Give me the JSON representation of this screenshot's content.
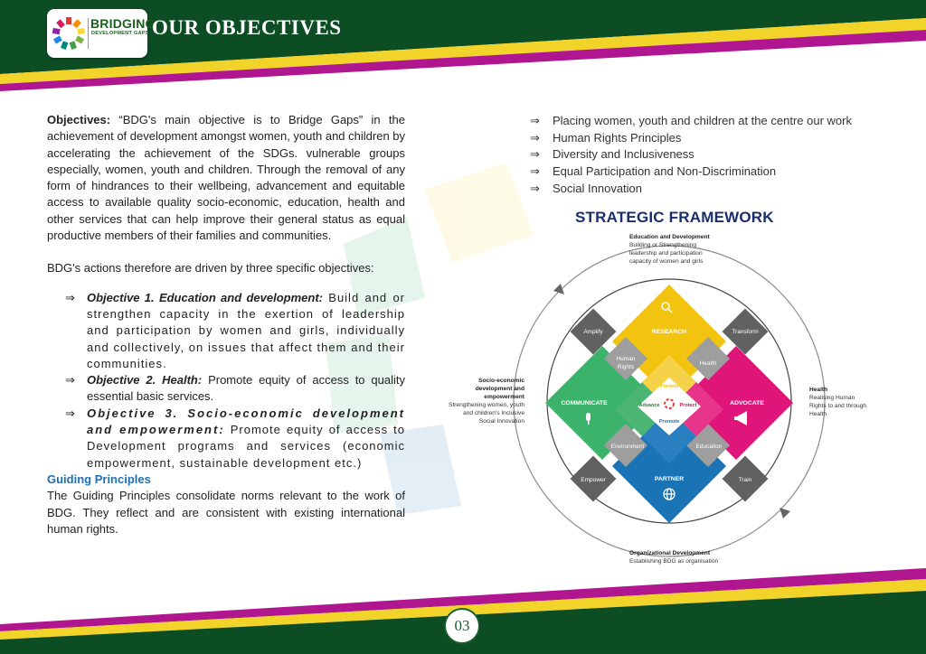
{
  "header": {
    "logo_title": "BRIDGING",
    "logo_subtitle": "DEVELOPMENT GAPS",
    "page_title": "OUR OBJECTIVES"
  },
  "left": {
    "intro_label": "Objectives:",
    "intro_text": " “BDG's main objective is to Bridge Gaps” in the achievement of development amongst women, youth and children by accelerating the achievement of the SDGs. vulnerable groups especially, women, youth and children. Through the removal of any form of hindrances to their wellbeing, advancement and equitable access to available quality socio-economic, education, health and other services that can help improve their general status as equal productive members of their families and communities.",
    "actions_text": "BDG's actions therefore are driven by three specific objectives:",
    "objectives": [
      {
        "title": "Objective 1. Education and development:",
        "text": " Build and or strengthen capacity in the exertion of leadership and participation by women and girls, individually and collectively, on issues that affect them and their communities."
      },
      {
        "title": "Objective 2. Health:",
        "text": " Promote equity of access to quality essential basic services."
      },
      {
        "title": "Objective 3. Socio-economic development and empowerment:",
        "text": " Promote equity of access to Development programs and services (economic empowerment, sustainable development etc.)"
      }
    ],
    "guiding_heading": "Guiding Principles",
    "guiding_text": "The Guiding Principles consolidate norms relevant to the work of BDG. They reflect and are consistent with existing international human rights."
  },
  "principles": [
    "Placing women, youth and children at the centre our work",
    "Human Rights Principles",
    "Diversity and Inclusiveness",
    "Equal Participation and Non-Discrimination",
    "Social Innovation"
  ],
  "framework": {
    "title": "STRATEGIC FRAMEWORK",
    "top_label_title": "Education and Development",
    "top_label_text": [
      "Building or Strengthening",
      "leadership and participation",
      "capacity of women and girls"
    ],
    "left_label_title": [
      "Socio-economic",
      "development and",
      "empowerment"
    ],
    "left_label_text": [
      "Strengthening women, youth",
      "and children's Inclusive",
      "Social Innovation"
    ],
    "right_label_title": "Health",
    "right_label_text": [
      "Realising Human",
      "Rights to and through",
      "Health"
    ],
    "bottom_label_title": "Organizational Development",
    "bottom_label_text": "Establishing BDG as organisation",
    "big": {
      "research": "RESEARCH",
      "communicate": "COMMUNICATE",
      "advocate": "ADVOCATE",
      "partner": "PARTNER"
    },
    "corners": {
      "amplify": "Amplify",
      "transform": "Transform",
      "empower": "Empower",
      "train": "Train"
    },
    "inner": {
      "human_rights": [
        "Human",
        "Rights"
      ],
      "health": "Health",
      "environment": "Environment",
      "education": "Education"
    },
    "center": {
      "prevent": "Prevent",
      "advance": "Advance",
      "protect": "Protect",
      "promote": "Promote"
    }
  },
  "colors": {
    "green": "#0d4d24",
    "magenta": "#b0168f",
    "yellow": "#f2d32a",
    "research": "#f2c40f",
    "communicate": "#3cb36b",
    "advocate": "#e0157a",
    "partner": "#1a73b5",
    "corner_grey": "#616161",
    "inner_grey": "#9e9e9e"
  },
  "page_number": "03"
}
